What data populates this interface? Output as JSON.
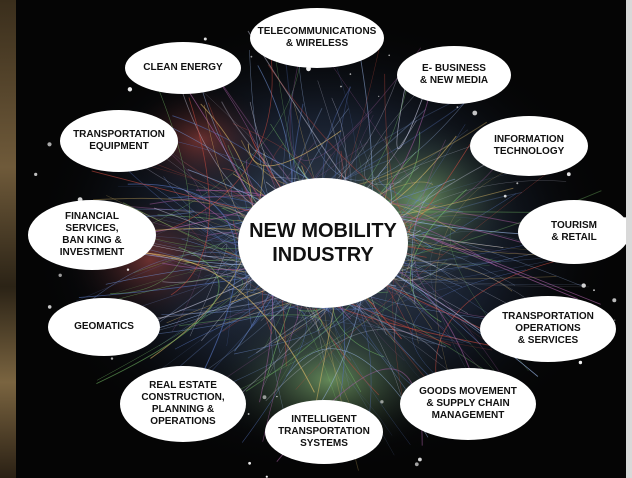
{
  "diagram": {
    "center": "NEW MOBILITY\nINDUSTRY",
    "nodes": [
      "CLEAN ENERGY",
      "TELECOMMUNICATIONS\n& WIRELESS",
      "E- BUSINESS\n& NEW MEDIA",
      "TRANSPORTATION\nEQUIPMENT",
      "INFORMATION\nTECHNOLOGY",
      "FINANCIAL SERVICES,\nBAN KING &\nINVESTMENT",
      "TOURISM\n& RETAIL",
      "GEOMATICS",
      "TRANSPORTATION\nOPERATIONS\n& SERVICES",
      "REAL ESTATE\nCONSTRUCTION,\nPLANNING &\nOPERATIONS",
      "INTELLIGENT\nTRANSPORTATION\nSYSTEMS",
      "GOODS MOVEMENT\n& SUPPLY CHAIN\nMANAGEMENT"
    ]
  },
  "colors": {
    "background": "#0a0a0a",
    "bubble": "#ffffff",
    "text": "#111111"
  }
}
